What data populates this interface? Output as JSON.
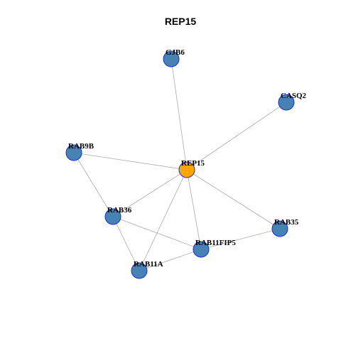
{
  "title": "REP15",
  "colors": {
    "center_fill": "#ffa500",
    "neighbor_fill": "#4682b4",
    "node_stroke": "#1a2fd6",
    "edge": "#aaaaaa"
  },
  "nodes": [
    {
      "id": "REP15",
      "label": "REP15",
      "role": "center"
    },
    {
      "id": "GJB6",
      "label": "GJB6",
      "role": "neighbor"
    },
    {
      "id": "CASQ2",
      "label": "CASQ2",
      "role": "neighbor"
    },
    {
      "id": "RAB9B",
      "label": "RAB9B",
      "role": "neighbor"
    },
    {
      "id": "RAB36",
      "label": "RAB36",
      "role": "neighbor"
    },
    {
      "id": "RAB35",
      "label": "RAB35",
      "role": "neighbor"
    },
    {
      "id": "RAB11FIP5",
      "label": "RAB11FIP5",
      "role": "neighbor"
    },
    {
      "id": "RAB11A",
      "label": "RAB11A",
      "role": "neighbor"
    }
  ],
  "edges": [
    [
      "REP15",
      "GJB6"
    ],
    [
      "REP15",
      "CASQ2"
    ],
    [
      "REP15",
      "RAB9B"
    ],
    [
      "REP15",
      "RAB36"
    ],
    [
      "REP15",
      "RAB35"
    ],
    [
      "REP15",
      "RAB11FIP5"
    ],
    [
      "REP15",
      "RAB11A"
    ],
    [
      "RAB9B",
      "RAB36"
    ],
    [
      "RAB36",
      "RAB11FIP5"
    ],
    [
      "RAB36",
      "RAB11A"
    ],
    [
      "RAB11FIP5",
      "RAB35"
    ],
    [
      "RAB11FIP5",
      "RAB11A"
    ]
  ]
}
